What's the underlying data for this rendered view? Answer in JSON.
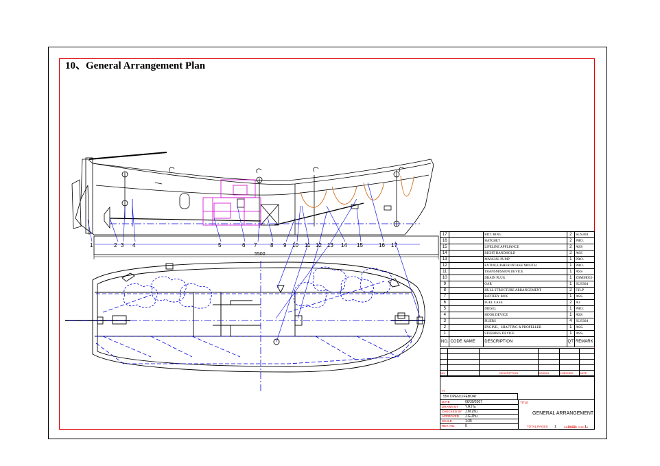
{
  "title": "10、General Arrangement Plan",
  "dimension": "5500",
  "callouts": [
    "1",
    "2",
    "3",
    "4",
    "5",
    "6",
    "7",
    "8",
    "9",
    "10",
    "11",
    "12",
    "13",
    "14",
    "15",
    "16",
    "17"
  ],
  "bom": {
    "rows": [
      {
        "no": "17",
        "desc": "BITT RING",
        "qty": "2",
        "remark": "SUS304"
      },
      {
        "no": "16",
        "desc": "HATCHET",
        "qty": "2",
        "remark": "PRO."
      },
      {
        "no": "15",
        "desc": "LIFELINE APPLIANCE",
        "qty": "2",
        "remark": "ASS"
      },
      {
        "no": "14",
        "desc": "RIGHT HANDHOLD",
        "qty": "2",
        "remark": "ASS"
      },
      {
        "no": "13",
        "desc": "MANUAL PUMP",
        "qty": "1",
        "remark": "PRO."
      },
      {
        "no": "12",
        "desc": "EXTINGUISHER INTAKE MOUTH",
        "qty": "1",
        "remark": "PRO."
      },
      {
        "no": "11",
        "desc": "TRANSMISSION DEVICE",
        "qty": "1",
        "remark": "ASS"
      },
      {
        "no": "10",
        "desc": "DRAIN PLUG",
        "qty": "1",
        "remark": "ZSMM055-3"
      },
      {
        "no": "9",
        "desc": "OAR",
        "qty": "1",
        "remark": "SUS304"
      },
      {
        "no": "8",
        "desc": "HULL STRUCTURE ARRANGEMENT",
        "qty": "2",
        "remark": "F.R.P"
      },
      {
        "no": "7",
        "desc": "BATTERY BOX",
        "qty": "1",
        "remark": "ASS"
      },
      {
        "no": "6",
        "desc": "FUEL CASE",
        "qty": "2",
        "remark": "A3"
      },
      {
        "no": "5",
        "desc": "DIESEL",
        "qty": "1",
        "remark": "PRO."
      },
      {
        "no": "4",
        "desc": "HOOK DEVICE",
        "qty": "1",
        "remark": "ASS"
      },
      {
        "no": "3",
        "desc": "PLIERS",
        "qty": "4",
        "remark": "SUS304"
      },
      {
        "no": "2",
        "desc": "ENGINE、SHAFTING & PROPELLER",
        "qty": "1",
        "remark": "ASS."
      },
      {
        "no": "1",
        "desc": "STEERING DEVICE",
        "qty": "1",
        "remark": "ASS."
      }
    ],
    "header": {
      "no": "NO.",
      "code": "CODE NAME",
      "desc": "DESCRIPTION",
      "qty": "QTY.",
      "remark": "REMARK"
    }
  },
  "revision": {
    "no": "NO.",
    "description": "DESCRIPTION",
    "drawn": "DRAWN",
    "checked": "CHECKED",
    "date": "DATE"
  },
  "titleblock": {
    "corner": "YI",
    "project": "55# OPEN LIFEBOAT",
    "date_label": "DATE",
    "date_value": "06/30/2007",
    "drawn_label": "DRAWN BY",
    "drawn_value": "Y.R.Hu",
    "checked_label": "CHECKED BY",
    "checked_value": "J.M.Zhu",
    "approved_label": "APPROVED",
    "approved_value": "J.G.Zhu",
    "scale_label": "SCALE",
    "scale_value": "1:35",
    "rev_label": "REV. NO.",
    "rev_value": "0",
    "title_label": "TITLE",
    "drawing_title": "GENERAL ARRANGEMENT",
    "total_pages_label": "TOTAL PAGES",
    "total_pages_value": "1",
    "page_label": "PAGE",
    "page_value": "1",
    "drawing_size": "DRAWING SIZE A4"
  },
  "colors": {
    "frame_red": "#e00000",
    "line_blue": "#0000e0",
    "engine_magenta": "#d000d0",
    "rope_orange": "#d07020"
  }
}
